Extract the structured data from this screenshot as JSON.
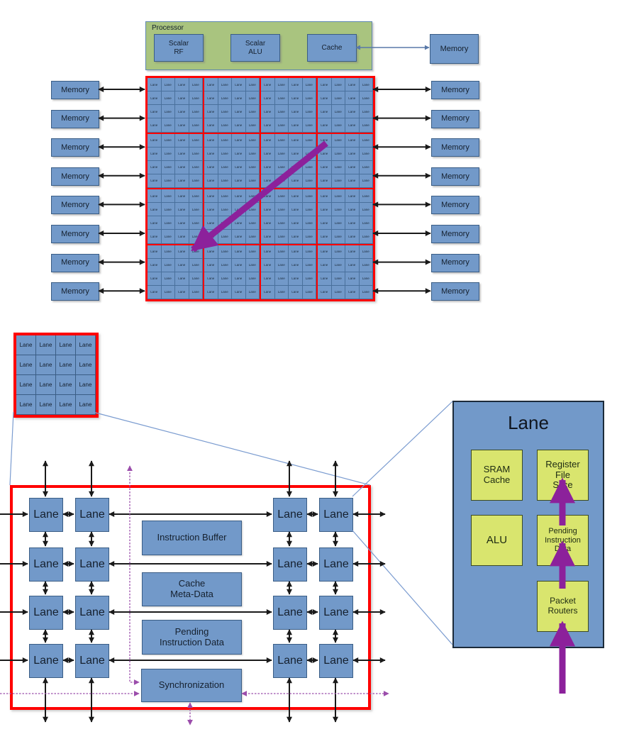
{
  "palette": {
    "block_blue": "#7299c9",
    "block_border": "#3a5d85",
    "processor_green": "#a9c47f",
    "detail_yellow": "#d9e56e",
    "red": "#ff0000",
    "purple": "#8c219b",
    "purple_dotted": "#9b4dab",
    "arrow_black": "#1a1a1a",
    "connector_blue": "#7b9cd0",
    "memory_bus_blue": "#5878a8"
  },
  "top_diagram": {
    "processor": {
      "label": "Processor",
      "blocks": [
        "Scalar\nRF",
        "Scalar\nALU",
        "Cache"
      ]
    },
    "memory_label": "Memory",
    "left_memory_count": 8,
    "right_memory_count": 8,
    "lane_grid": {
      "rows": 16,
      "cols": 16,
      "group_size": 4,
      "cell_label": "Lane"
    }
  },
  "mid_diagram": {
    "lane_grid": {
      "rows": 4,
      "cols": 4,
      "cell_label": "Lane"
    }
  },
  "bottom_diagram": {
    "lane_label": "Lane",
    "lane_cols": 4,
    "lane_rows": 4,
    "center_blocks": [
      "Instruction Buffer",
      "Cache\nMeta-Data",
      "Pending\nInstruction Data",
      "Synchronization"
    ]
  },
  "lane_detail": {
    "title": "Lane",
    "blocks": [
      "SRAM\nCache",
      "Register\nFile\nSlice",
      "ALU",
      "Pending\nInstruction\nData",
      "Packet\nRouters"
    ]
  }
}
